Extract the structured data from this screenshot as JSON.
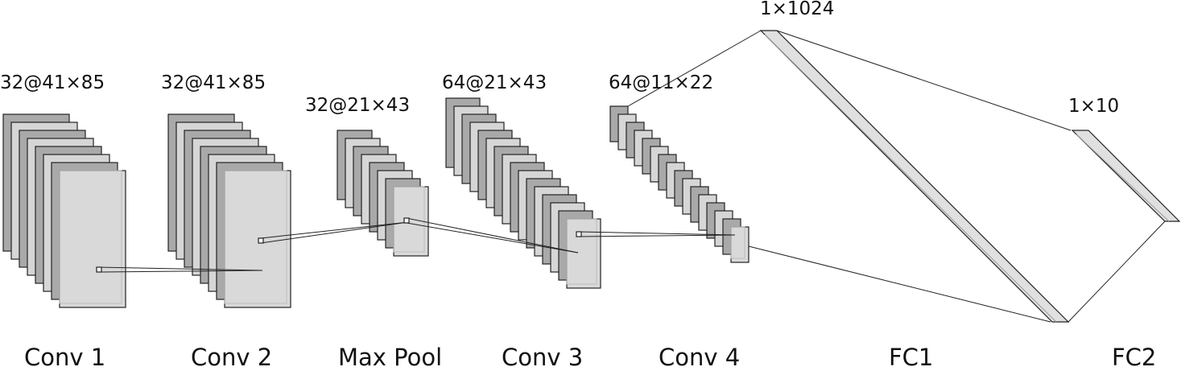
{
  "layers": [
    {
      "name": "Conv 1",
      "dims": "32@41×85"
    },
    {
      "name": "Conv 2",
      "dims": "32@41×85"
    },
    {
      "name": "Max Pool",
      "dims": "32@21×43"
    },
    {
      "name": "Conv 3",
      "dims": "64@21×43"
    },
    {
      "name": "Conv 4",
      "dims": "64@11×22"
    },
    {
      "name": "FC1",
      "dims": "1×1024"
    },
    {
      "name": "FC2",
      "dims": "1×10"
    }
  ],
  "colors": {
    "dark": "#a9a9a9",
    "light": "#d6d6d6",
    "front": "#d9d9d9",
    "fc": "#e0e0e0",
    "stroke": "#222222"
  }
}
